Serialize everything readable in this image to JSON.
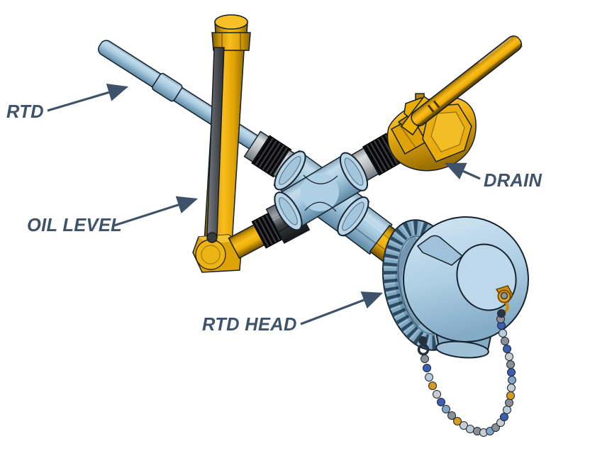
{
  "figure": {
    "background_color": "#ffffff",
    "callouts": [
      {
        "text": "RTD",
        "points_to": "rtd-probe-tube"
      },
      {
        "text": "OIL LEVEL",
        "points_to": "oil-level-rod"
      },
      {
        "text": "DRAIN",
        "points_to": "drain-valve"
      },
      {
        "text": "RTD HEAD",
        "points_to": "rtd-head-housing"
      }
    ],
    "colors": {
      "callout_text": "#3e5269",
      "callout_arrow": "#3e5269",
      "pipe_blue": "#aacbe2",
      "brass_yellow": "#f0b01c",
      "thread_black": "#121212",
      "collar_gray": "#b9bdbf",
      "rod_gray": "#55595d"
    },
    "components": [
      "RTD probe tube",
      "Oil level tube with sight rod",
      "Four-way cross fitting",
      "Brass drain ball valve with lever handle",
      "RTD connection head with cap",
      "Bead chain cap retainer"
    ]
  }
}
